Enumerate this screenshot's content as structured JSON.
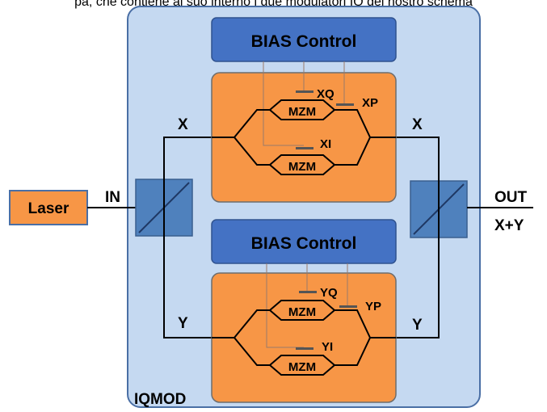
{
  "caption": "pa, che contiene al suo interno i due modulatori IQ del nostro schema",
  "module_label": "IQMOD",
  "laser_label": "Laser",
  "in_label": "IN",
  "out_label": "OUT",
  "out_sum_label": "X+Y",
  "bias_top": "BIAS Control",
  "bias_bottom": "BIAS Control",
  "x_in": "X",
  "x_out": "X",
  "y_in": "Y",
  "y_out": "Y",
  "mzm": "MZM",
  "xq": "XQ",
  "xp": "XP",
  "xi": "XI",
  "yq": "YQ",
  "yp": "YP",
  "yi": "YI",
  "colors": {
    "module_fill": "#c5d9f1",
    "module_stroke": "#4a6fa5",
    "orange": "#f79646",
    "blue_block": "#4f81bd",
    "bias_fill": "#4472c4",
    "wire": "#000000"
  }
}
